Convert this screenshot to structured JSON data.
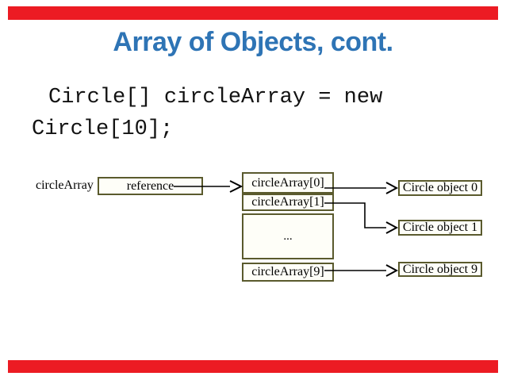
{
  "slide": {
    "title": "Array of Objects, cont.",
    "colors": {
      "accent_bar": "#EC1B23",
      "title_text": "#2E74B5",
      "box_border": "#5A5A2D",
      "box_fill": "#FEFEF8",
      "connector_line": "#000000"
    }
  },
  "code": {
    "line1": "Circle[] circleArray = new",
    "line2": "Circle[10];"
  },
  "diagram": {
    "variable_label": "circleArray",
    "reference_label": "reference",
    "array_cells": [
      {
        "label": "circleArray[0]"
      },
      {
        "label": "circleArray[1]"
      },
      {
        "label": "..."
      },
      {
        "label": "circleArray[9]"
      }
    ],
    "objects": [
      {
        "label": "Circle object 0"
      },
      {
        "label": "Circle object 1"
      },
      {
        "label": "Circle object 9"
      }
    ]
  }
}
